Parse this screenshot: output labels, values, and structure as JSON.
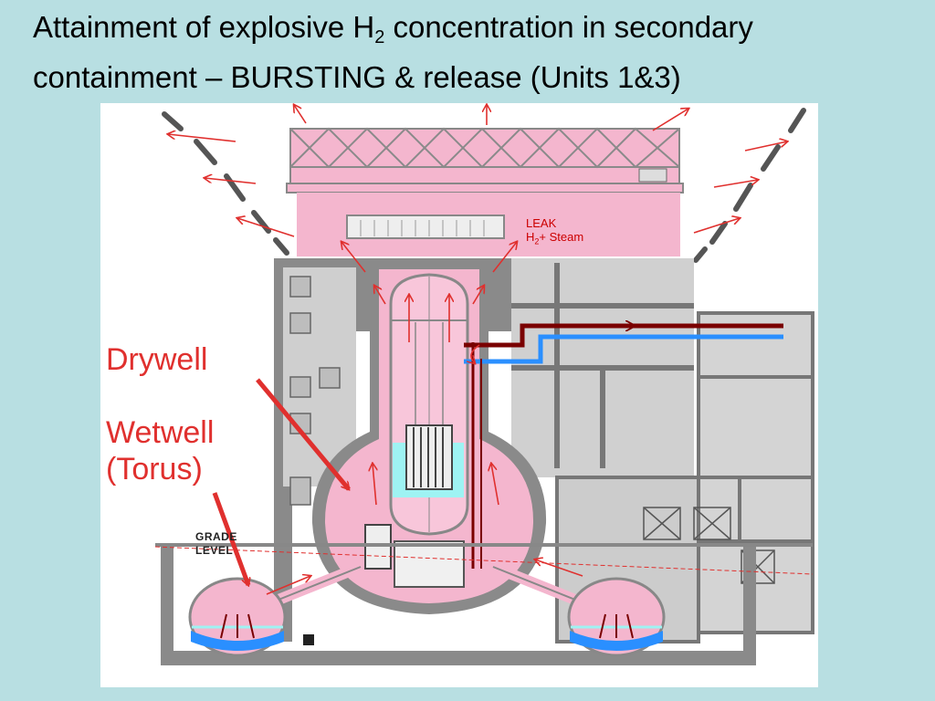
{
  "title": {
    "line1_part1": "Attainment of explosive H",
    "line1_sub": "2",
    "line1_part2": " concentration in secondary",
    "line2": "containment – BURSTING & release (Units 1&3)"
  },
  "diagram": {
    "label_drywell": "Drywell",
    "label_wetwell": "Wetwell",
    "label_torus": "(Torus)",
    "leak_line1": "LEAK",
    "leak_h": "H",
    "leak_sub": "2",
    "leak_rest": "+ Steam",
    "grade_line1": "GRADE",
    "grade_line2": "LEVEL"
  },
  "colors": {
    "background": "#b8dfe2",
    "pink": "#f4b6ce",
    "gray": "#8a8a8a",
    "arrow_red": "#e0302e",
    "steam_line": "#7a0000",
    "water_line": "#2a8fff",
    "water": "#9ef3f3"
  }
}
